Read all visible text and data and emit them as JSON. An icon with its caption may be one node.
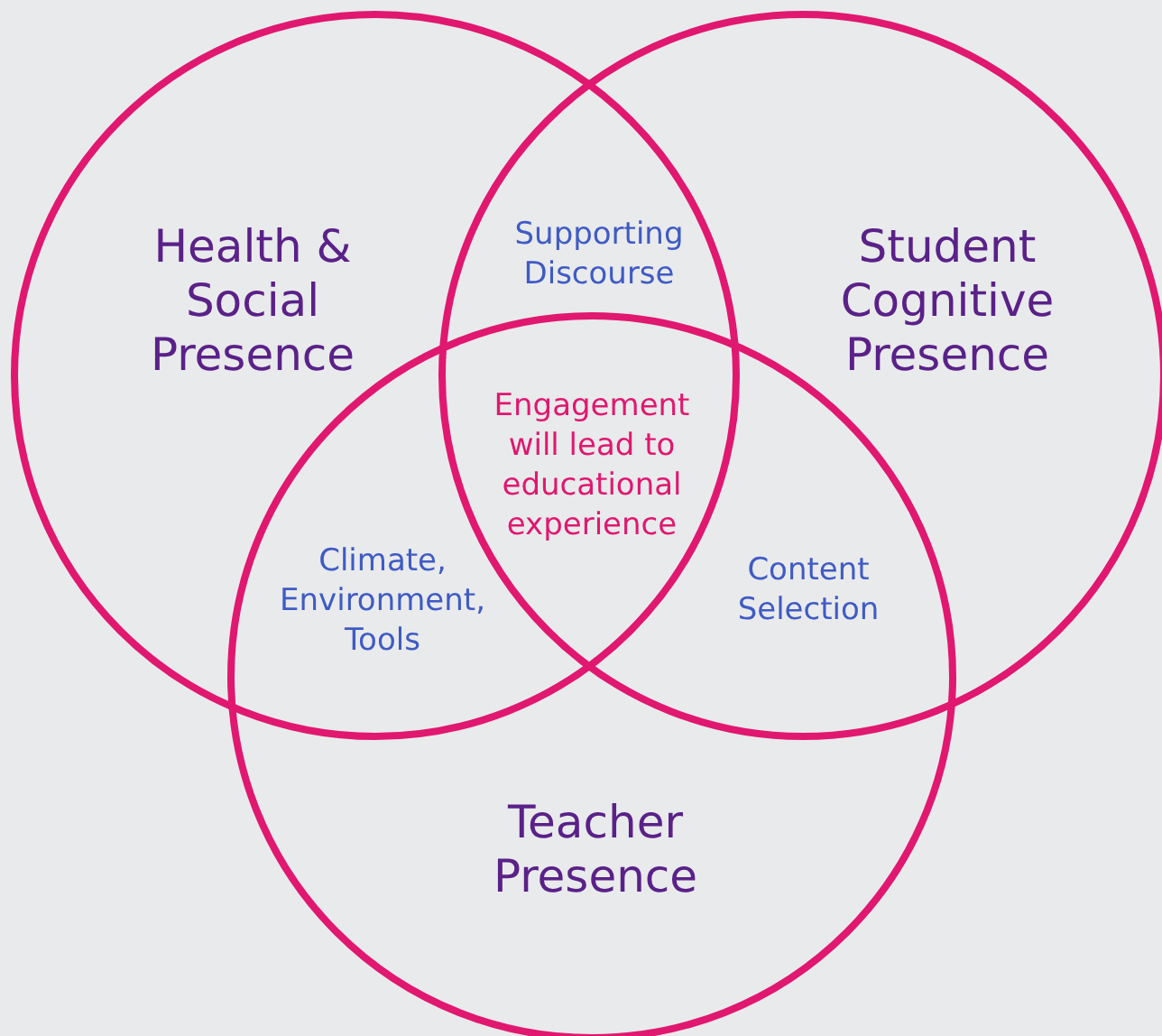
{
  "diagram": {
    "nodes": [
      {
        "text": [
          "Health & Social Presence"
        ]
      },
      {
        "text": [
          "Student Cognitive Presence"
        ]
      },
      {
        "text": [
          "Teacher Presence"
        ]
      }
    ],
    "labels": [
      "Supporting Discourse",
      "Engagement will lead to educational experience",
      "Climate, Environment, Tools",
      "Content Selection"
    ]
  }
}
